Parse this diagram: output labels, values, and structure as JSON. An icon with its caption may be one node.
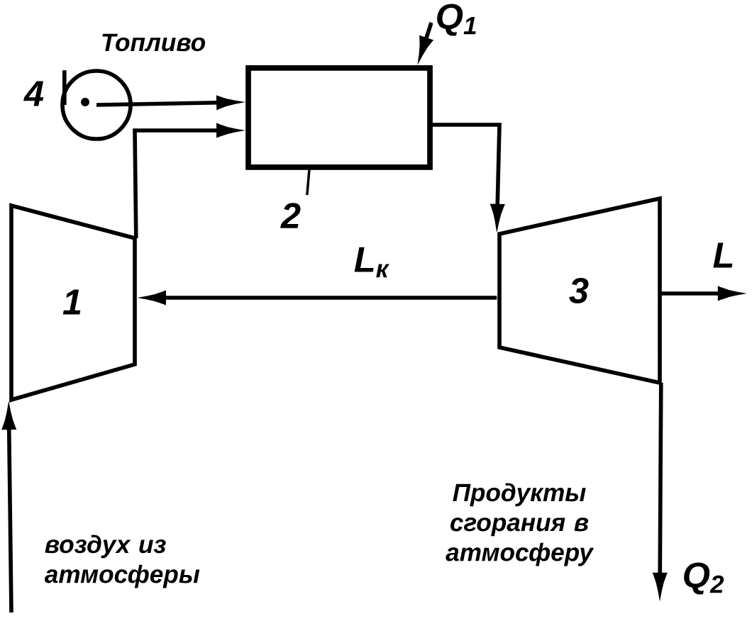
{
  "diagram": {
    "nodes": [
      {
        "text": [
          "4"
        ]
      },
      {
        "text": [],
        "shape": "circle"
      },
      {
        "text": [],
        "shape": "box"
      },
      {
        "text": [
          "2"
        ]
      },
      {
        "text": [
          "1"
        ]
      },
      {
        "text": [
          "3"
        ]
      }
    ],
    "edges": [
      {
        "from": 0,
        "to": 1,
        "arrow": "none"
      },
      {
        "from": 1,
        "to": 2,
        "arrow": "to"
      },
      {
        "from": 4,
        "to": 2,
        "arrow": "to"
      },
      {
        "from": 2,
        "to": 5,
        "arrow": "to"
      },
      {
        "from": 5,
        "to": 4,
        "arrow": "to",
        "label": "L$_{к}$"
      },
      {
        "from": null,
        "to": 4,
        "arrow": "to"
      },
      {
        "from": null,
        "to": 2,
        "arrow": "to",
        "label": "Q$_{1}$"
      },
      {
        "from": 5,
        "to": null,
        "arrow": "to",
        "label": "L"
      },
      {
        "from": 5,
        "to": null,
        "arrow": "to",
        "label": "Q$_{2}$"
      },
      {
        "from": 3,
        "to": 2,
        "arrow": "none"
      }
    ],
    "labels": [
      "Топливо",
      "воздух из атмосферы",
      "Продукты сгорания в атмосферу"
    ]
  }
}
